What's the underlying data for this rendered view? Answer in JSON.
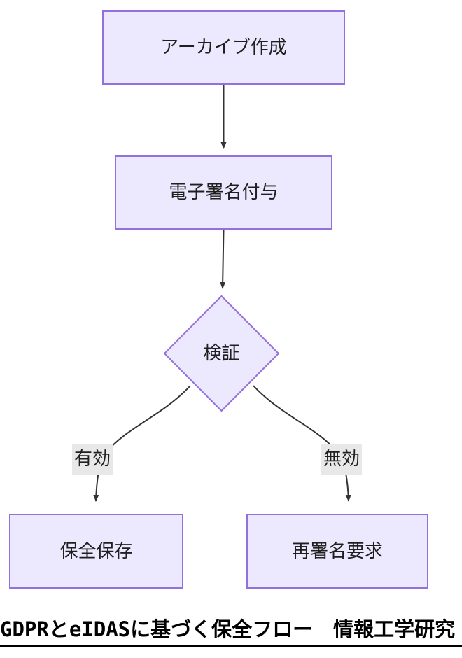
{
  "diagram": {
    "type": "flowchart",
    "direction": "top-down",
    "theme": {
      "node_fill": "#ECE8FD",
      "node_border": "#9370DB",
      "edge_stroke": "#333333",
      "edge_label_background": "#E8E8E8",
      "text_color": "#1f1f1f",
      "canvas_background": "#ffffff"
    },
    "nodes": [
      {
        "id": "archive",
        "label": "アーカイブ作成",
        "shape": "rectangle"
      },
      {
        "id": "sign",
        "label": "電子署名付与",
        "shape": "rectangle"
      },
      {
        "id": "verify",
        "label": "検証",
        "shape": "diamond"
      },
      {
        "id": "preserve",
        "label": "保全保存",
        "shape": "rectangle"
      },
      {
        "id": "resign",
        "label": "再署名要求",
        "shape": "rectangle"
      }
    ],
    "edges": [
      {
        "from": "archive",
        "to": "sign",
        "label": "",
        "arrow": "arrow"
      },
      {
        "from": "sign",
        "to": "verify",
        "label": "",
        "arrow": "arrow"
      },
      {
        "from": "verify",
        "to": "preserve",
        "label": "有効",
        "arrow": "arrow"
      },
      {
        "from": "verify",
        "to": "resign",
        "label": "無効",
        "arrow": "arrow"
      }
    ]
  },
  "caption": {
    "text": "GDPRとeIDASに基づく保全フロー　情報工学研究"
  }
}
